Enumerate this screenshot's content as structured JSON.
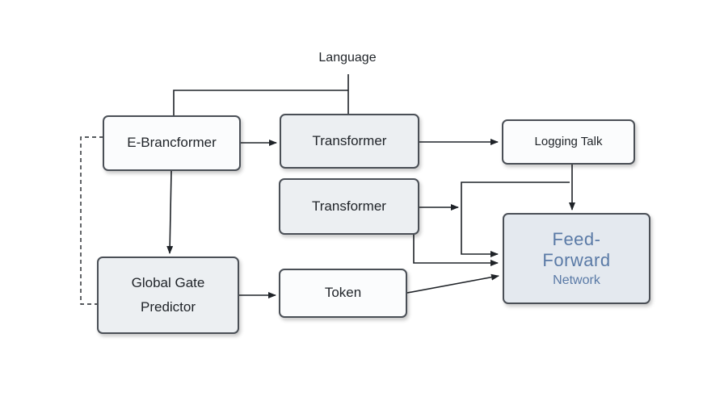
{
  "diagram": {
    "top_label": "Language",
    "nodes": {
      "ebranchformer": "E-Brancformer",
      "transformer_top": "Transformer",
      "transformer_mid": "Transformer",
      "logging_talk": "Logging Talk",
      "global_gate_line1": "Global Gate",
      "global_gate_line2": "Predictor",
      "token": "Token",
      "ffn_line1": "Feed-",
      "ffn_line2": "Forward",
      "ffn_line3": "Network"
    },
    "colors": {
      "stroke": "#1f2328",
      "box_border": "#4a4f56",
      "ffn_text": "#5a7aa6"
    }
  }
}
